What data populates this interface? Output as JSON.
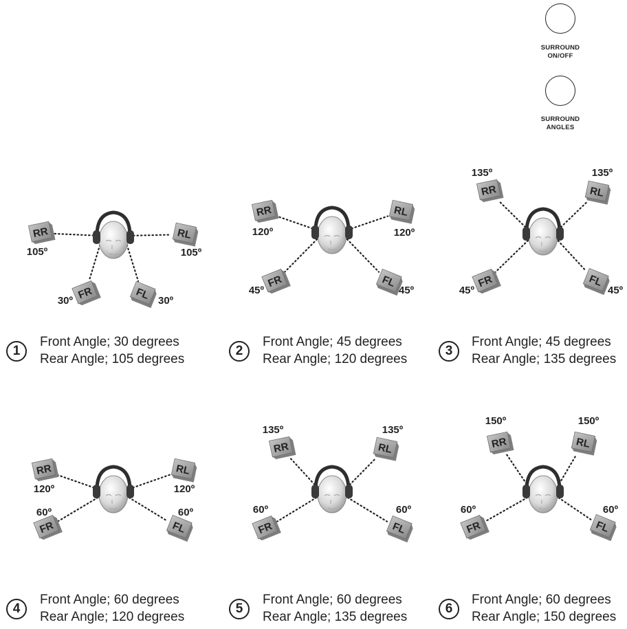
{
  "controls": [
    {
      "id": "surround-on-off",
      "label": "SURROUND\nON/OFF"
    },
    {
      "id": "surround-angles",
      "label": "SURROUND\nANGLES"
    }
  ],
  "degree_symbol": "º",
  "configs": [
    {
      "number": "1",
      "front_text": "Front Angle; 30 degrees",
      "rear_text": "Rear Angle; 105 degrees",
      "speakers": [
        {
          "label": "RR",
          "degree": "105"
        },
        {
          "label": "RL",
          "degree": "105"
        },
        {
          "label": "FR",
          "degree": "30"
        },
        {
          "label": "FL",
          "degree": "30"
        }
      ]
    },
    {
      "number": "2",
      "front_text": "Front Angle; 45 degrees",
      "rear_text": "Rear Angle; 120 degrees",
      "speakers": [
        {
          "label": "RR",
          "degree": "120"
        },
        {
          "label": "RL",
          "degree": "120"
        },
        {
          "label": "FR",
          "degree": "45"
        },
        {
          "label": "FL",
          "degree": "45"
        }
      ]
    },
    {
      "number": "3",
      "front_text": "Front Angle; 45 degrees",
      "rear_text": "Rear Angle; 135 degrees",
      "speakers": [
        {
          "label": "RR",
          "degree": "135"
        },
        {
          "label": "RL",
          "degree": "135"
        },
        {
          "label": "FR",
          "degree": "45"
        },
        {
          "label": "FL",
          "degree": "45"
        }
      ]
    },
    {
      "number": "4",
      "front_text": "Front Angle; 60 degrees",
      "rear_text": "Rear Angle; 120 degrees",
      "speakers": [
        {
          "label": "RR",
          "degree": "120"
        },
        {
          "label": "RL",
          "degree": "120"
        },
        {
          "label": "FR",
          "degree": "60"
        },
        {
          "label": "FL",
          "degree": "60"
        }
      ]
    },
    {
      "number": "5",
      "front_text": "Front Angle; 60 degrees",
      "rear_text": "Rear Angle; 135 degrees",
      "speakers": [
        {
          "label": "RR",
          "degree": "135"
        },
        {
          "label": "RL",
          "degree": "135"
        },
        {
          "label": "FR",
          "degree": "60"
        },
        {
          "label": "FL",
          "degree": "60"
        }
      ]
    },
    {
      "number": "6",
      "front_text": "Front Angle; 60 degrees",
      "rear_text": "Rear Angle; 150 degrees",
      "speakers": [
        {
          "label": "RR",
          "degree": "150"
        },
        {
          "label": "RL",
          "degree": "150"
        },
        {
          "label": "FR",
          "degree": "60"
        },
        {
          "label": "FL",
          "degree": "60"
        }
      ]
    }
  ]
}
